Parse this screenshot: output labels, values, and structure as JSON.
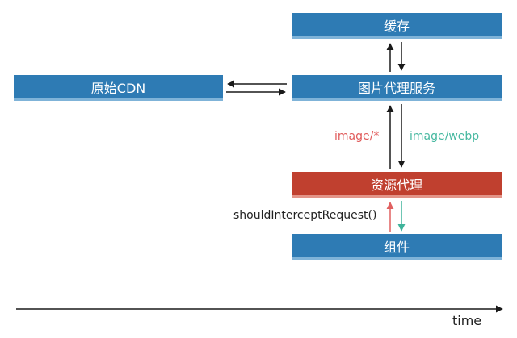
{
  "nodes": {
    "cache": "缓存",
    "origin_cdn": "原始CDN",
    "image_proxy_service": "图片代理服务",
    "resource_proxy": "资源代理",
    "component": "组件"
  },
  "edge_labels": {
    "request_type": "image/*",
    "response_type": "image/webp",
    "intercept_call": "shouldInterceptRequest()"
  },
  "timeline": {
    "label": "time"
  },
  "colors": {
    "box_blue": "#2e7bb4",
    "box_red": "#c0402f",
    "request_arrow": "#e06060",
    "response_arrow": "#3fb39a",
    "label_red": "#e05a5a",
    "label_green": "#46b8a0",
    "arrow_black": "#1a1a1a"
  }
}
